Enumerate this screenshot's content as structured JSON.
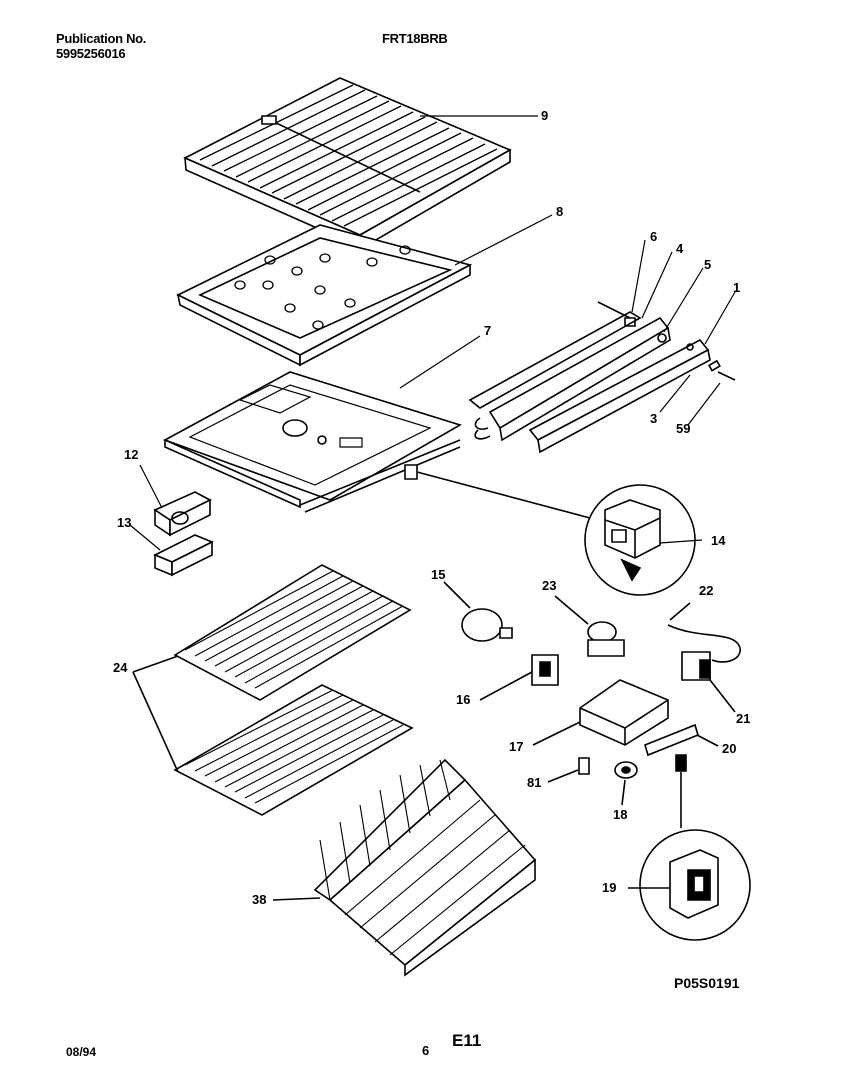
{
  "header": {
    "publication_label": "Publication No.",
    "publication_number": "5995256016",
    "model": "FRT18BRB"
  },
  "footer": {
    "date": "08/94",
    "page": "6",
    "section": "E11",
    "drawing_code": "P05S0191"
  },
  "callouts": {
    "c1": "1",
    "c3": "3",
    "c4": "4",
    "c5": "5",
    "c6": "6",
    "c7": "7",
    "c8": "8",
    "c9": "9",
    "c12": "12",
    "c13": "13",
    "c14": "14",
    "c15": "15",
    "c16": "16",
    "c17": "17",
    "c18": "18",
    "c19": "19",
    "c20": "20",
    "c21": "21",
    "c22": "22",
    "c23": "23",
    "c24": "24",
    "c38": "38",
    "c59": "59",
    "c81": "81"
  }
}
